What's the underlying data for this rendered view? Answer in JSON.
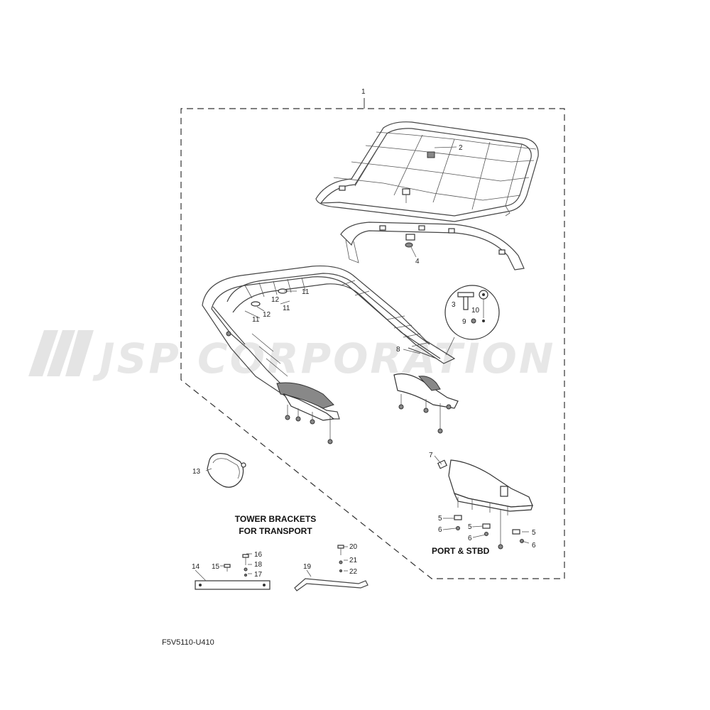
{
  "watermark": "JSP CORPORATION",
  "part_code": "F5V5110-U410",
  "captions": {
    "transport_line1": "TOWER BRACKETS",
    "transport_line2": "FOR TRANSPORT",
    "port_stbd": "PORT & STBD"
  },
  "callouts": [
    "1",
    "2",
    "3",
    "4",
    "5",
    "5",
    "5",
    "6",
    "6",
    "6",
    "7",
    "8",
    "9",
    "10",
    "11",
    "11",
    "11",
    "11",
    "12",
    "12",
    "13",
    "14",
    "15",
    "16",
    "17",
    "18",
    "19",
    "20",
    "21",
    "22"
  ]
}
